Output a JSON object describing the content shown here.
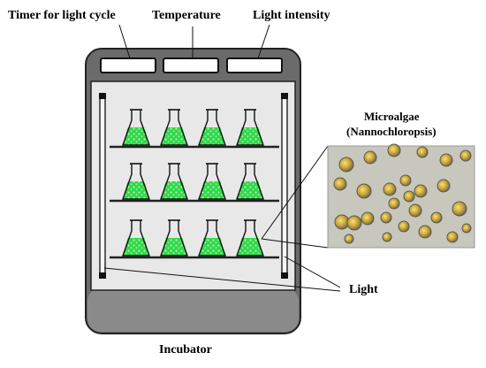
{
  "labels": {
    "timer": "Timer for light cycle",
    "temperature": "Temperature",
    "light_intensity": "Light intensity",
    "microalgae_title": "Microalgae",
    "microalgae_species": "(Nannochloropsis)",
    "light": "Light",
    "incubator": "Incubator"
  },
  "colors": {
    "cabinet": "#6b6b6b",
    "chamber": "#e8e8e8",
    "base": "#8a8a8a",
    "culture": "#2fd84a",
    "shelf": "#222222",
    "micro_bg": "#c7c7bd",
    "cell": "#c49a2e"
  },
  "icons": [
    "flask-icon",
    "light-tube-icon",
    "display-icon",
    "microalgae-cell-icon"
  ],
  "shelves": [
    {
      "flasks": 4
    },
    {
      "flasks": 4
    },
    {
      "flasks": 4
    }
  ]
}
